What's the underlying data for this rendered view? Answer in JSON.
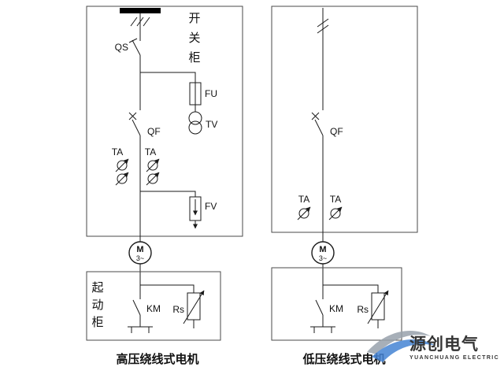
{
  "page": {
    "background": "#ffffff",
    "line_color": "#1a1a1a"
  },
  "left_diagram": {
    "switchgear_cabinet_label": [
      "开",
      "关",
      "柜"
    ],
    "starter_cabinet_label": [
      "起",
      "动",
      "柜"
    ],
    "components": {
      "qs": "QS",
      "fu": "FU",
      "tv": "TV",
      "qf": "QF",
      "ta_left": "TA",
      "ta_right": "TA",
      "fv": "FV",
      "motor_letter": "M",
      "motor_phases": "3~",
      "km": "KM",
      "rs": "Rs"
    },
    "caption": "高压绕线式电机"
  },
  "right_diagram": {
    "components": {
      "qf": "QF",
      "ta_left": "TA",
      "ta_right": "TA",
      "motor_letter": "M",
      "motor_phases": "3~",
      "km": "KM",
      "rs": "Rs"
    },
    "caption": "低压绕线式电机"
  },
  "watermark": {
    "brand_cn": "源创电气",
    "brand_en": "YUANCHUANG ELECTRIC",
    "brand_color": "#8496aa",
    "accent_color": "#3f7cc8",
    "swoosh_gray": "#98a2ac",
    "swoosh_blue": "#4584d4"
  }
}
